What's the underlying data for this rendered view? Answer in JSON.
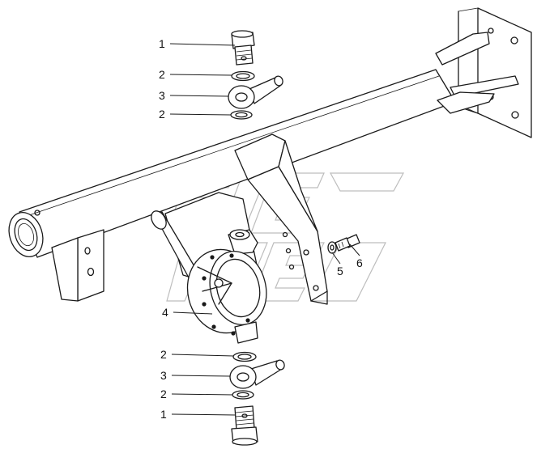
{
  "callouts": {
    "c1_top": "1",
    "c2_top_upper": "2",
    "c3_top": "3",
    "c2_top_lower": "2",
    "c4": "4",
    "c5": "5",
    "c6": "6",
    "c2_bottom_upper": "2",
    "c3_bottom": "3",
    "c2_bottom_lower": "2",
    "c1_bottom": "1"
  }
}
